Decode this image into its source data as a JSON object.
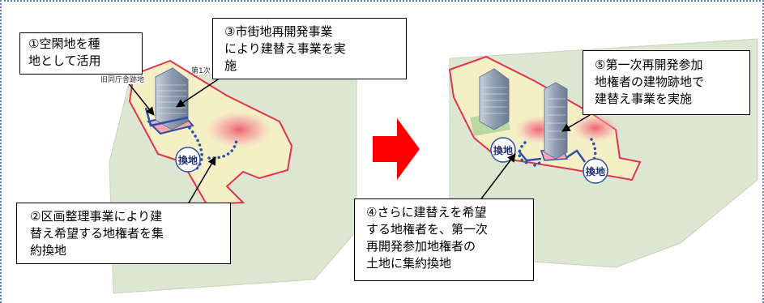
{
  "left_panel": {
    "callout_1": [
      "①空閑地を種",
      "地として活用"
    ],
    "callout_3": [
      "③市街地再開発事業",
      "により建替え事業を実",
      "施"
    ],
    "callout_2": [
      "②区画整理事業により建",
      "替え希望する地権者を集",
      "約換地"
    ],
    "map_label_a": "旧同庁舎跡地",
    "map_label_b": "第1次",
    "exchange_badge": "換地"
  },
  "right_panel": {
    "callout_5": [
      "⑤第一次再開発参加",
      "地権者の建物跡地で",
      "建替え事業を実施"
    ],
    "callout_4": [
      "④さらに建替えを希望",
      "する地権者を、第一次",
      "再開発参加地権者の",
      "土地に集約換地"
    ],
    "exchange_badge_left": "換地",
    "exchange_badge_right": "換地"
  },
  "colors": {
    "frame": "#5b7ec8",
    "ground": "#dce6d0",
    "district": "#f5efc6",
    "boundary": "#e0344f",
    "arrow": "#ff0000",
    "dots": "#2f4fa8",
    "building": "#9aa6b8"
  }
}
